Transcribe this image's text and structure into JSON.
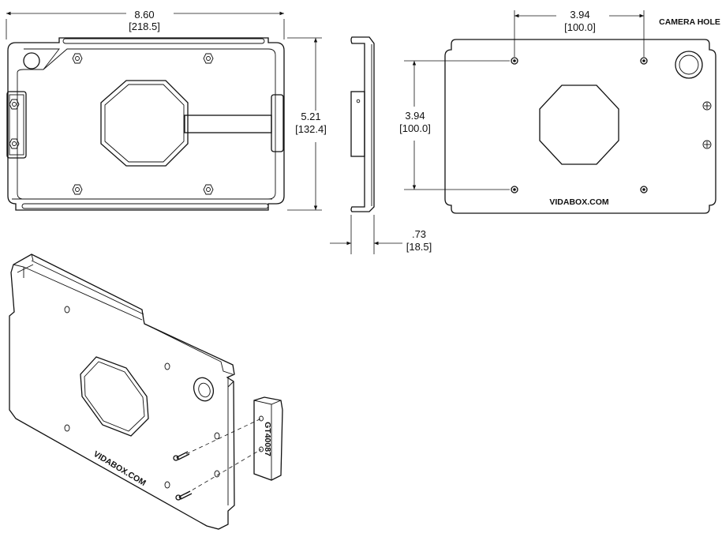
{
  "dimensions": {
    "overall_width_in": "8.60",
    "overall_width_mm": "[218.5]",
    "overall_height_in": "5.21",
    "overall_height_mm": "[132.4]",
    "depth_in": ".73",
    "depth_mm": "[18.5]",
    "vesa_horizontal_in": "3.94",
    "vesa_horizontal_mm": "[100.0]",
    "vesa_vertical_in": "3.94",
    "vesa_vertical_mm": "[100.0]"
  },
  "labels": {
    "camera_hole": "CAMERA HOLE",
    "brand_back": "VIDABOX.COM",
    "brand_iso": "VIDABOX.COM",
    "part_number": "GT40087"
  }
}
